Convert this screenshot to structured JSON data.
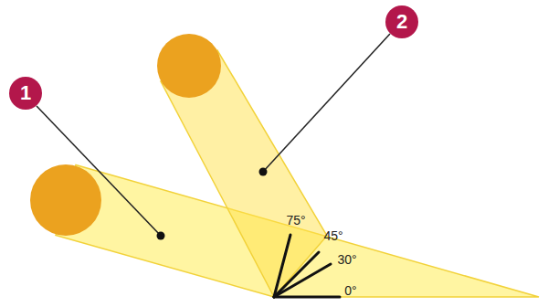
{
  "diagram": {
    "labels": [
      "1",
      "2",
      "75°",
      "45°",
      "30°",
      "0°"
    ]
  }
}
